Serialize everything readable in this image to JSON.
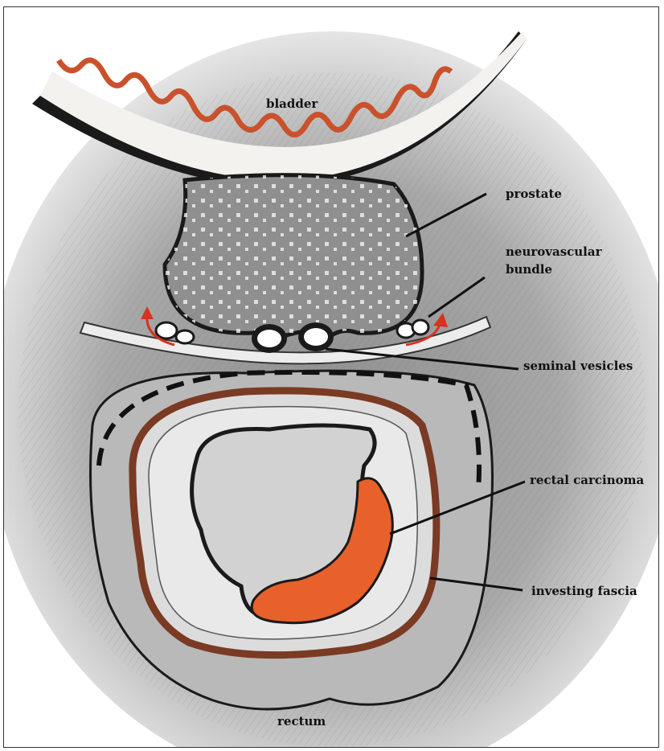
{
  "labels": {
    "bladder": "bladder",
    "prostate": "prostate",
    "neurovascular_bundle_line1": "neurovascular",
    "neurovascular_bundle_line2": "bundle",
    "seminal_vesicles": "seminal vesicles",
    "rectal_carcinoma": "rectal carcinoma",
    "investing_fascia": "investing fascia",
    "rectum": "rectum"
  },
  "colors": {
    "tissue_gray": "#9a9a9a",
    "bladder_wall": "#f4f2ee",
    "mucosa_red": "#c9522c",
    "tumor_orange": "#e8602a",
    "fascia_brown": "#7a3a24",
    "outline_dark": "#1a1a1a",
    "arrow_red": "#d7331e"
  }
}
